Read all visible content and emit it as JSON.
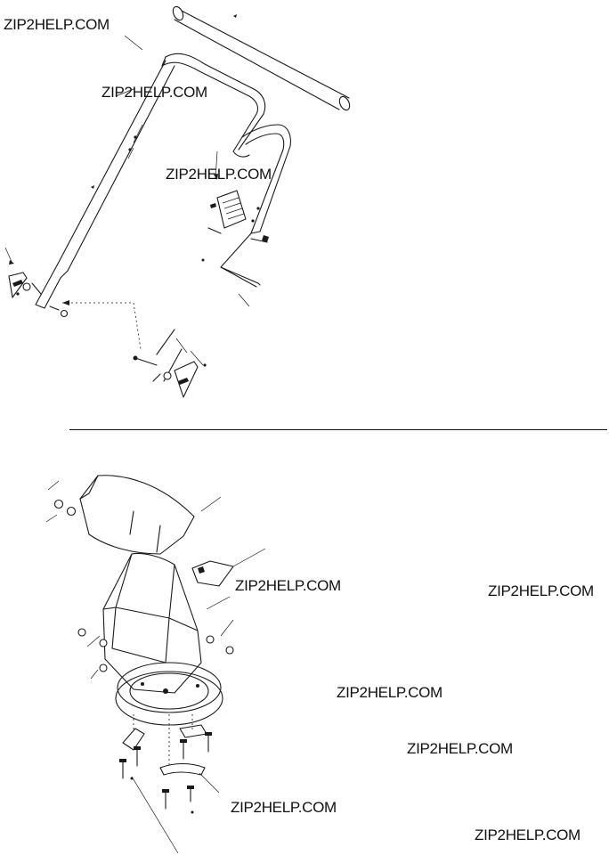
{
  "watermarks": [
    {
      "id": "wm-1",
      "text": "ZIP2HELP.COM"
    },
    {
      "id": "wm-2",
      "text": "ZIP2HELP.COM"
    },
    {
      "id": "wm-3",
      "text": "ZIP2HELP.COM"
    },
    {
      "id": "wm-4",
      "text": "ZIP2HELP.COM"
    },
    {
      "id": "wm-5",
      "text": "ZIP2HELP.COM"
    },
    {
      "id": "wm-6",
      "text": "ZIP2HELP.COM"
    },
    {
      "id": "wm-7",
      "text": "ZIP2HELP.COM"
    },
    {
      "id": "wm-8",
      "text": "ZIP2HELP.COM"
    },
    {
      "id": "wm-9",
      "text": "ZIP2HELP.COM"
    }
  ],
  "figures": {
    "top": {
      "subject": "handle-assembly-exploded-view"
    },
    "bottom": {
      "subject": "chute-assembly-exploded-view"
    }
  }
}
